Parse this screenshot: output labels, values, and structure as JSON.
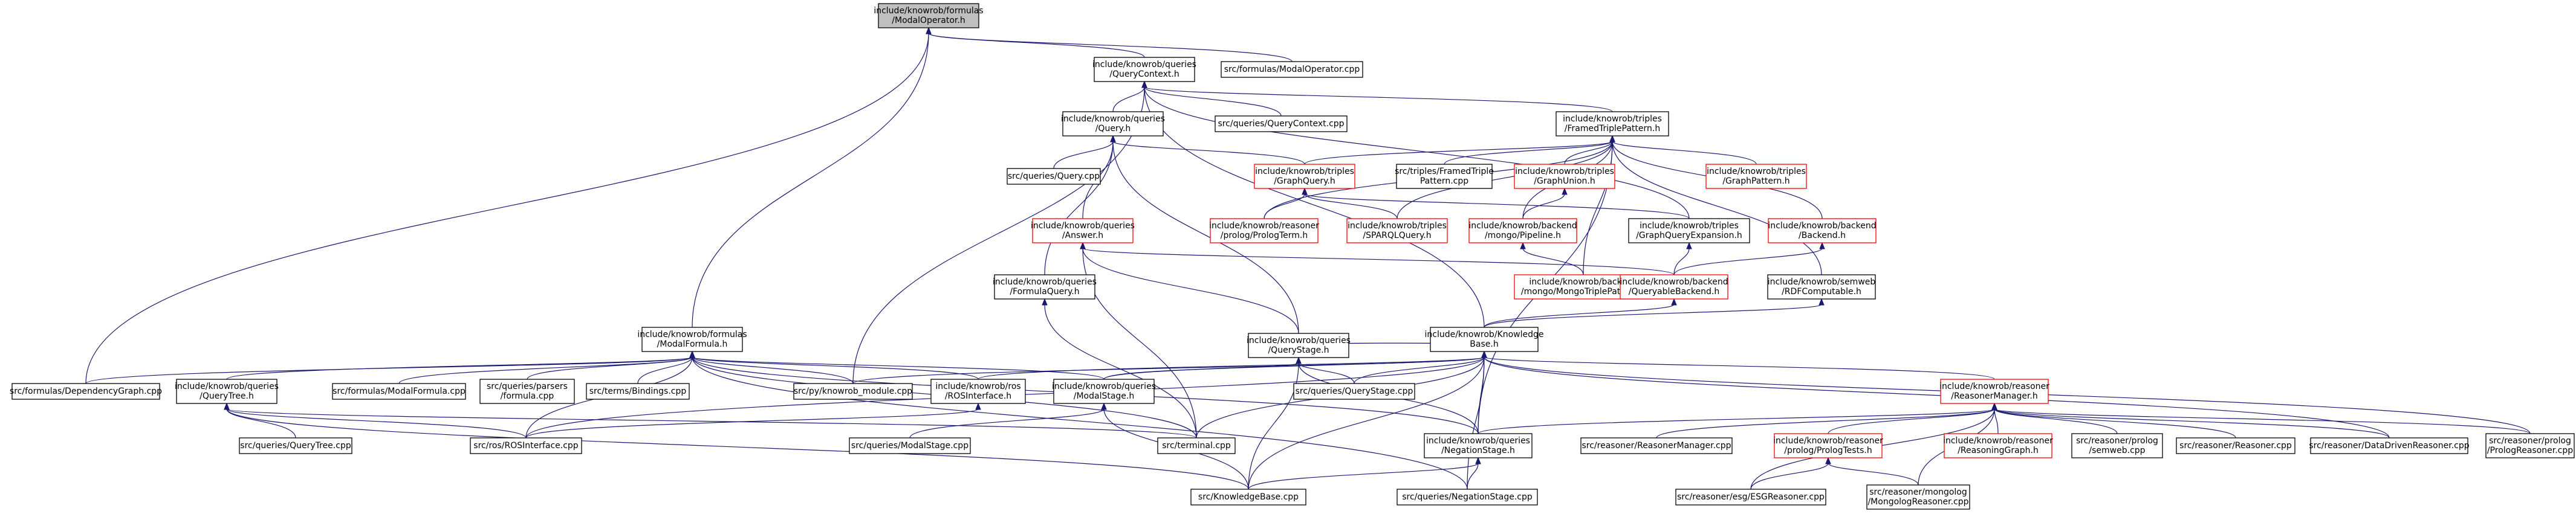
{
  "colors": {
    "edge": "#191970",
    "node_fill": "#ffffff",
    "node_border_default": "#000000",
    "node_border_missing": "#ff0000",
    "root_fill": "#bfbfbf"
  },
  "nodes": [
    {
      "id": "modal_operator_h",
      "lines": [
        "include/knowrob/formulas",
        "/ModalOperator.h"
      ],
      "style": "root"
    },
    {
      "id": "query_context_h",
      "lines": [
        "include/knowrob/queries",
        "/QueryContext.h"
      ],
      "style": "default"
    },
    {
      "id": "modal_operator_cpp",
      "lines": [
        "src/formulas/ModalOperator.cpp"
      ],
      "style": "default"
    },
    {
      "id": "modal_formula_h",
      "lines": [
        "include/knowrob/formulas",
        "/ModalFormula.h"
      ],
      "style": "default"
    },
    {
      "id": "query_h",
      "lines": [
        "include/knowrob/queries",
        "/Query.h"
      ],
      "style": "default"
    },
    {
      "id": "query_context_cpp",
      "lines": [
        "src/queries/QueryContext.cpp"
      ],
      "style": "default"
    },
    {
      "id": "framed_triple_pattern_h",
      "lines": [
        "include/knowrob/triples",
        "/FramedTriplePattern.h"
      ],
      "style": "default"
    },
    {
      "id": "query_cpp",
      "lines": [
        "src/queries/Query.cpp"
      ],
      "style": "default"
    },
    {
      "id": "graph_query_h",
      "lines": [
        "include/knowrob/triples",
        "/GraphQuery.h"
      ],
      "style": "missing"
    },
    {
      "id": "framed_triple_pattern_cpp",
      "lines": [
        "src/triples/FramedTriple",
        "Pattern.cpp"
      ],
      "style": "default"
    },
    {
      "id": "graph_union_h",
      "lines": [
        "include/knowrob/triples",
        "/GraphUnion.h"
      ],
      "style": "missing"
    },
    {
      "id": "graph_pattern_h",
      "lines": [
        "include/knowrob/triples",
        "/GraphPattern.h"
      ],
      "style": "missing"
    },
    {
      "id": "answer_h",
      "lines": [
        "include/knowrob/queries",
        "/Answer.h"
      ],
      "style": "missing"
    },
    {
      "id": "prolog_term_h",
      "lines": [
        "include/knowrob/reasoner",
        "/prolog/PrologTerm.h"
      ],
      "style": "missing"
    },
    {
      "id": "sparql_query_h",
      "lines": [
        "include/knowrob/triples",
        "/SPARQLQuery.h"
      ],
      "style": "missing"
    },
    {
      "id": "mongo_pipeline_h",
      "lines": [
        "include/knowrob/backend",
        "/mongo/Pipeline.h"
      ],
      "style": "missing"
    },
    {
      "id": "graph_query_expansion_h",
      "lines": [
        "include/knowrob/triples",
        "/GraphQueryExpansion.h"
      ],
      "style": "default"
    },
    {
      "id": "backend_h",
      "lines": [
        "include/knowrob/backend",
        "/Backend.h"
      ],
      "style": "missing"
    },
    {
      "id": "formula_query_h",
      "lines": [
        "include/knowrob/queries",
        "/FormulaQuery.h"
      ],
      "style": "default"
    },
    {
      "id": "mongo_triple_pattern_h",
      "lines": [
        "include/knowrob/backend",
        "/mongo/MongoTriplePattern.h"
      ],
      "style": "missing"
    },
    {
      "id": "queryable_backend_h",
      "lines": [
        "include/knowrob/backend",
        "/QueryableBackend.h"
      ],
      "style": "missing"
    },
    {
      "id": "rdf_computable_h",
      "lines": [
        "include/knowrob/semweb",
        "/RDFComputable.h"
      ],
      "style": "default"
    },
    {
      "id": "knowledge_base_h",
      "lines": [
        "include/knowrob/Knowledge",
        "Base.h"
      ],
      "style": "default"
    },
    {
      "id": "query_stage_h",
      "lines": [
        "include/knowrob/queries",
        "/QueryStage.h"
      ],
      "style": "default"
    },
    {
      "id": "dependency_graph_cpp",
      "lines": [
        "src/formulas/DependencyGraph.cpp"
      ],
      "style": "default"
    },
    {
      "id": "query_tree_h",
      "lines": [
        "include/knowrob/queries",
        "/QueryTree.h"
      ],
      "style": "default"
    },
    {
      "id": "modal_formula_cpp",
      "lines": [
        "src/formulas/ModalFormula.cpp"
      ],
      "style": "default"
    },
    {
      "id": "parsers_formula_cpp",
      "lines": [
        "src/queries/parsers",
        "/formula.cpp"
      ],
      "style": "default"
    },
    {
      "id": "bindings_cpp",
      "lines": [
        "src/terms/Bindings.cpp"
      ],
      "style": "default"
    },
    {
      "id": "knowrob_module_cpp",
      "lines": [
        "src/py/knowrob_module.cpp"
      ],
      "style": "default"
    },
    {
      "id": "ros_interface_h",
      "lines": [
        "include/knowrob/ros",
        "/ROSInterface.h"
      ],
      "style": "default"
    },
    {
      "id": "modal_stage_h",
      "lines": [
        "include/knowrob/queries",
        "/ModalStage.h"
      ],
      "style": "default"
    },
    {
      "id": "query_stage_cpp",
      "lines": [
        "src/queries/QueryStage.cpp"
      ],
      "style": "default"
    },
    {
      "id": "reasoner_manager_h",
      "lines": [
        "include/knowrob/reasoner",
        "/ReasonerManager.h"
      ],
      "style": "missing"
    },
    {
      "id": "query_tree_cpp",
      "lines": [
        "src/queries/QueryTree.cpp"
      ],
      "style": "default"
    },
    {
      "id": "ros_interface_cpp",
      "lines": [
        "src/ros/ROSInterface.cpp"
      ],
      "style": "default"
    },
    {
      "id": "modal_stage_cpp",
      "lines": [
        "src/queries/ModalStage.cpp"
      ],
      "style": "default"
    },
    {
      "id": "terminal_cpp",
      "lines": [
        "src/terminal.cpp"
      ],
      "style": "default"
    },
    {
      "id": "negation_stage_h",
      "lines": [
        "include/knowrob/queries",
        "/NegationStage.h"
      ],
      "style": "default"
    },
    {
      "id": "reasoner_manager_cpp",
      "lines": [
        "src/reasoner/ReasonerManager.cpp"
      ],
      "style": "default"
    },
    {
      "id": "prolog_tests_h",
      "lines": [
        "include/knowrob/reasoner",
        "/prolog/PrologTests.h"
      ],
      "style": "missing"
    },
    {
      "id": "reasoning_graph_h",
      "lines": [
        "include/knowrob/reasoner",
        "/ReasoningGraph.h"
      ],
      "style": "missing"
    },
    {
      "id": "semweb_cpp",
      "lines": [
        "src/reasoner/prolog",
        "/semweb.cpp"
      ],
      "style": "default"
    },
    {
      "id": "reasoner_cpp",
      "lines": [
        "src/reasoner/Reasoner.cpp"
      ],
      "style": "default"
    },
    {
      "id": "data_driven_reasoner_cpp",
      "lines": [
        "src/reasoner/DataDrivenReasoner.cpp"
      ],
      "style": "default"
    },
    {
      "id": "prolog_reasoner_cpp",
      "lines": [
        "src/reasoner/prolog",
        "/PrologReasoner.cpp"
      ],
      "style": "default"
    },
    {
      "id": "knowledge_base_cpp",
      "lines": [
        "src/KnowledgeBase.cpp"
      ],
      "style": "default"
    },
    {
      "id": "negation_stage_cpp",
      "lines": [
        "src/queries/NegationStage.cpp"
      ],
      "style": "default"
    },
    {
      "id": "esg_reasoner_cpp",
      "lines": [
        "src/reasoner/esg/ESGReasoner.cpp"
      ],
      "style": "default"
    },
    {
      "id": "mongolog_reasoner_cpp",
      "lines": [
        "src/reasoner/mongolog",
        "/MongologReasoner.cpp"
      ],
      "style": "default"
    }
  ],
  "edges": [
    [
      "modal_operator_h",
      "query_context_h"
    ],
    [
      "modal_operator_h",
      "modal_operator_cpp"
    ],
    [
      "modal_operator_h",
      "modal_formula_h"
    ],
    [
      "modal_operator_h",
      "dependency_graph_cpp"
    ],
    [
      "query_context_h",
      "query_h"
    ],
    [
      "query_context_h",
      "query_context_cpp"
    ],
    [
      "query_context_h",
      "framed_triple_pattern_h"
    ],
    [
      "query_context_h",
      "knowledge_base_h"
    ],
    [
      "query_context_h",
      "knowrob_module_cpp"
    ],
    [
      "query_context_h",
      "graph_query_expansion_h"
    ],
    [
      "query_h",
      "query_cpp"
    ],
    [
      "query_h",
      "graph_query_h"
    ],
    [
      "query_h",
      "answer_h"
    ],
    [
      "query_h",
      "formula_query_h"
    ],
    [
      "query_h",
      "query_stage_h"
    ],
    [
      "framed_triple_pattern_h",
      "graph_query_h"
    ],
    [
      "framed_triple_pattern_h",
      "framed_triple_pattern_cpp"
    ],
    [
      "framed_triple_pattern_h",
      "graph_union_h"
    ],
    [
      "framed_triple_pattern_h",
      "graph_pattern_h"
    ],
    [
      "framed_triple_pattern_h",
      "prolog_term_h"
    ],
    [
      "framed_triple_pattern_h",
      "sparql_query_h"
    ],
    [
      "framed_triple_pattern_h",
      "mongo_pipeline_h"
    ],
    [
      "framed_triple_pattern_h",
      "backend_h"
    ],
    [
      "framed_triple_pattern_h",
      "mongo_triple_pattern_h"
    ],
    [
      "framed_triple_pattern_h",
      "rdf_computable_h"
    ],
    [
      "framed_triple_pattern_h",
      "negation_stage_h"
    ],
    [
      "graph_query_h",
      "prolog_term_h"
    ],
    [
      "graph_query_h",
      "sparql_query_h"
    ],
    [
      "graph_query_h",
      "graph_query_expansion_h"
    ],
    [
      "graph_union_h",
      "mongo_pipeline_h"
    ],
    [
      "answer_h",
      "queryable_backend_h"
    ],
    [
      "answer_h",
      "query_stage_h"
    ],
    [
      "answer_h",
      "terminal_cpp"
    ],
    [
      "mongo_pipeline_h",
      "mongo_triple_pattern_h"
    ],
    [
      "graph_query_expansion_h",
      "queryable_backend_h"
    ],
    [
      "backend_h",
      "queryable_backend_h"
    ],
    [
      "formula_query_h",
      "terminal_cpp"
    ],
    [
      "queryable_backend_h",
      "knowledge_base_h"
    ],
    [
      "rdf_computable_h",
      "knowledge_base_h"
    ],
    [
      "knowledge_base_h",
      "query_stage_h"
    ],
    [
      "knowledge_base_h",
      "knowrob_module_cpp"
    ],
    [
      "knowledge_base_h",
      "ros_interface_h"
    ],
    [
      "knowledge_base_h",
      "modal_stage_h"
    ],
    [
      "knowledge_base_h",
      "query_stage_cpp"
    ],
    [
      "knowledge_base_h",
      "reasoner_manager_h"
    ],
    [
      "knowledge_base_h",
      "terminal_cpp"
    ],
    [
      "knowledge_base_h",
      "negation_stage_h"
    ],
    [
      "knowledge_base_h",
      "ros_interface_cpp"
    ],
    [
      "knowledge_base_h",
      "knowledge_base_cpp"
    ],
    [
      "knowledge_base_h",
      "negation_stage_cpp"
    ],
    [
      "knowledge_base_h",
      "data_driven_reasoner_cpp"
    ],
    [
      "knowledge_base_h",
      "prolog_reasoner_cpp"
    ],
    [
      "query_stage_h",
      "modal_stage_h"
    ],
    [
      "query_stage_h",
      "query_stage_cpp"
    ],
    [
      "query_stage_h",
      "negation_stage_h"
    ],
    [
      "query_stage_h",
      "knowledge_base_cpp"
    ],
    [
      "modal_formula_h",
      "dependency_graph_cpp"
    ],
    [
      "modal_formula_h",
      "query_tree_h"
    ],
    [
      "modal_formula_h",
      "modal_formula_cpp"
    ],
    [
      "modal_formula_h",
      "parsers_formula_cpp"
    ],
    [
      "modal_formula_h",
      "bindings_cpp"
    ],
    [
      "modal_formula_h",
      "knowrob_module_cpp"
    ],
    [
      "modal_formula_h",
      "ros_interface_h"
    ],
    [
      "modal_formula_h",
      "modal_stage_h"
    ],
    [
      "modal_formula_h",
      "ros_interface_cpp"
    ],
    [
      "modal_formula_h",
      "negation_stage_h"
    ],
    [
      "modal_formula_h",
      "negation_stage_cpp"
    ],
    [
      "modal_formula_h",
      "terminal_cpp"
    ],
    [
      "query_tree_h",
      "query_tree_cpp"
    ],
    [
      "query_tree_h",
      "ros_interface_cpp"
    ],
    [
      "query_tree_h",
      "terminal_cpp"
    ],
    [
      "query_tree_h",
      "knowledge_base_cpp"
    ],
    [
      "ros_interface_h",
      "ros_interface_cpp"
    ],
    [
      "modal_stage_h",
      "modal_stage_cpp"
    ],
    [
      "modal_stage_h",
      "knowledge_base_cpp"
    ],
    [
      "negation_stage_h",
      "knowledge_base_cpp"
    ],
    [
      "negation_stage_h",
      "negation_stage_cpp"
    ],
    [
      "reasoner_manager_h",
      "negation_stage_h"
    ],
    [
      "reasoner_manager_h",
      "reasoner_manager_cpp"
    ],
    [
      "reasoner_manager_h",
      "prolog_tests_h"
    ],
    [
      "reasoner_manager_h",
      "reasoning_graph_h"
    ],
    [
      "reasoner_manager_h",
      "semweb_cpp"
    ],
    [
      "reasoner_manager_h",
      "reasoner_cpp"
    ],
    [
      "reasoner_manager_h",
      "data_driven_reasoner_cpp"
    ],
    [
      "reasoner_manager_h",
      "prolog_reasoner_cpp"
    ],
    [
      "reasoner_manager_h",
      "esg_reasoner_cpp"
    ],
    [
      "reasoner_manager_h",
      "mongolog_reasoner_cpp"
    ],
    [
      "prolog_tests_h",
      "esg_reasoner_cpp"
    ],
    [
      "prolog_tests_h",
      "mongolog_reasoner_cpp"
    ]
  ]
}
